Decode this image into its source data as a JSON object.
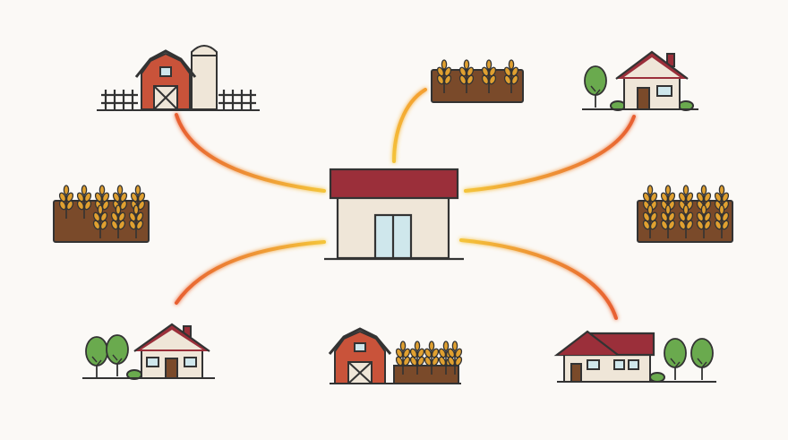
{
  "diagram": {
    "hub": {
      "icon": "storage-building-icon"
    },
    "nodes": [
      {
        "name": "barn-silo",
        "icon": "barn-with-silo-icon"
      },
      {
        "name": "wheat-field-top",
        "icon": "wheat-field-icon"
      },
      {
        "name": "house-top-right",
        "icon": "house-with-tree-icon"
      },
      {
        "name": "wheat-field-left",
        "icon": "wheat-field-icon"
      },
      {
        "name": "wheat-field-right",
        "icon": "wheat-field-icon"
      },
      {
        "name": "house-bottom-left",
        "icon": "house-with-trees-icon"
      },
      {
        "name": "barn-field-bottom",
        "icon": "barn-with-field-icon"
      },
      {
        "name": "house-bottom-right",
        "icon": "large-house-with-trees-icon"
      }
    ],
    "colors": {
      "roof": "#9b2f3a",
      "barn": "#c9533a",
      "wall": "#efe6d8",
      "window": "#cfe7ec",
      "soil": "#7a4a2a",
      "wheat": "#e0a030",
      "tree": "#6aaa4e",
      "line_warm": "#f0b020",
      "line_hot": "#e86030",
      "outline": "#333333"
    }
  }
}
